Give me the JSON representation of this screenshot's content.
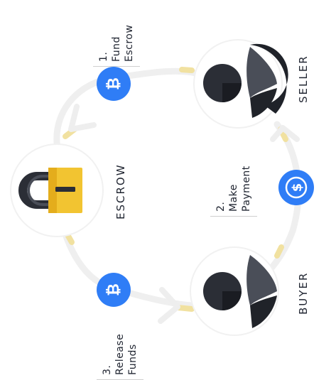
{
  "nodes": {
    "seller": {
      "label": "SELLER"
    },
    "buyer": {
      "label": "BUYER"
    },
    "escrow": {
      "label": "ESCROW"
    }
  },
  "steps": [
    {
      "number": "1.",
      "line1": "Fund",
      "line2": "Escrow",
      "icon": "bitcoin-icon"
    },
    {
      "number": "2.",
      "line1": "Make",
      "line2": "Payment",
      "icon": "dollar-icon"
    },
    {
      "number": "3.",
      "line1": "Release",
      "line2": "Funds",
      "icon": "bitcoin-icon"
    }
  ],
  "colors": {
    "blue": "#2f7df6",
    "lock_yellow": "#f2c431",
    "lock_dark": "#2b2e36",
    "flow_track": "#eeeeee",
    "flow_accent": "#f1e1a0",
    "ring": "#f0f0f0"
  }
}
